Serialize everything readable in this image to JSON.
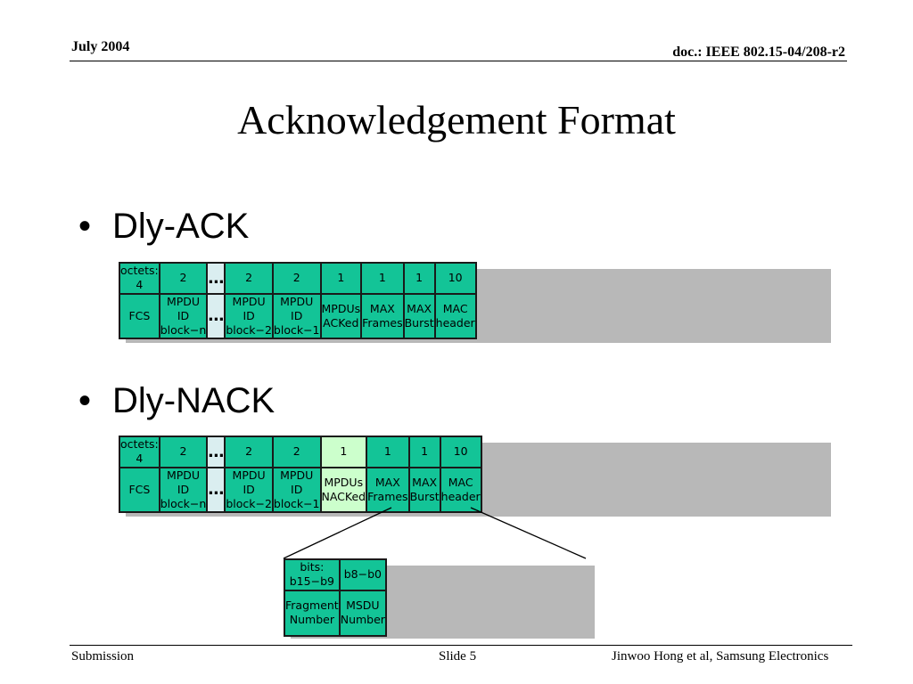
{
  "header": {
    "date": "July 2004",
    "doc": "doc.: IEEE 802.15-04/208-r2"
  },
  "title": "Acknowledgement Format",
  "bullets": [
    {
      "label": "Dly-ACK"
    },
    {
      "label": "Dly-NACK"
    }
  ],
  "ack_table": {
    "sizes": [
      "octets: 4",
      "2",
      "…",
      "2",
      "2",
      "1",
      "1",
      "1",
      "10"
    ],
    "fields": [
      [
        "FCS"
      ],
      [
        "MPDU ID",
        "block−n"
      ],
      [
        "…"
      ],
      [
        "MPDU ID",
        "block−2"
      ],
      [
        "MPDU ID",
        "block−1"
      ],
      [
        "MPDUs",
        "ACKed"
      ],
      [
        "MAX",
        "Frames"
      ],
      [
        "MAX Burst"
      ],
      [
        "MAC header"
      ]
    ]
  },
  "nack_table": {
    "sizes": [
      "octets: 4",
      "2",
      "…",
      "2",
      "2",
      "1",
      "1",
      "1",
      "10"
    ],
    "fields": [
      [
        "FCS"
      ],
      [
        "MPDU ID",
        "block−n"
      ],
      [
        "…"
      ],
      [
        "MPDU ID",
        "block−2"
      ],
      [
        "MPDU ID",
        "block−1"
      ],
      [
        "MPDUs",
        "NACKed"
      ],
      [
        "MAX",
        "Frames"
      ],
      [
        "MAX Burst"
      ],
      [
        "MAC header"
      ]
    ]
  },
  "detail_table": {
    "sizes": [
      "bits: b15−b9",
      "b8−b0"
    ],
    "fields": [
      "Fragment Number",
      "MSDU Number"
    ]
  },
  "colors": {
    "field_fill": "#13c497",
    "ellipsis_fill": "#daeef0",
    "highlight_fill": "#ccffcc",
    "shadow": "#b8b8b8"
  },
  "footer": {
    "left": "Submission",
    "center": "Slide 5",
    "right": "Jinwoo Hong et al, Samsung Electronics"
  }
}
